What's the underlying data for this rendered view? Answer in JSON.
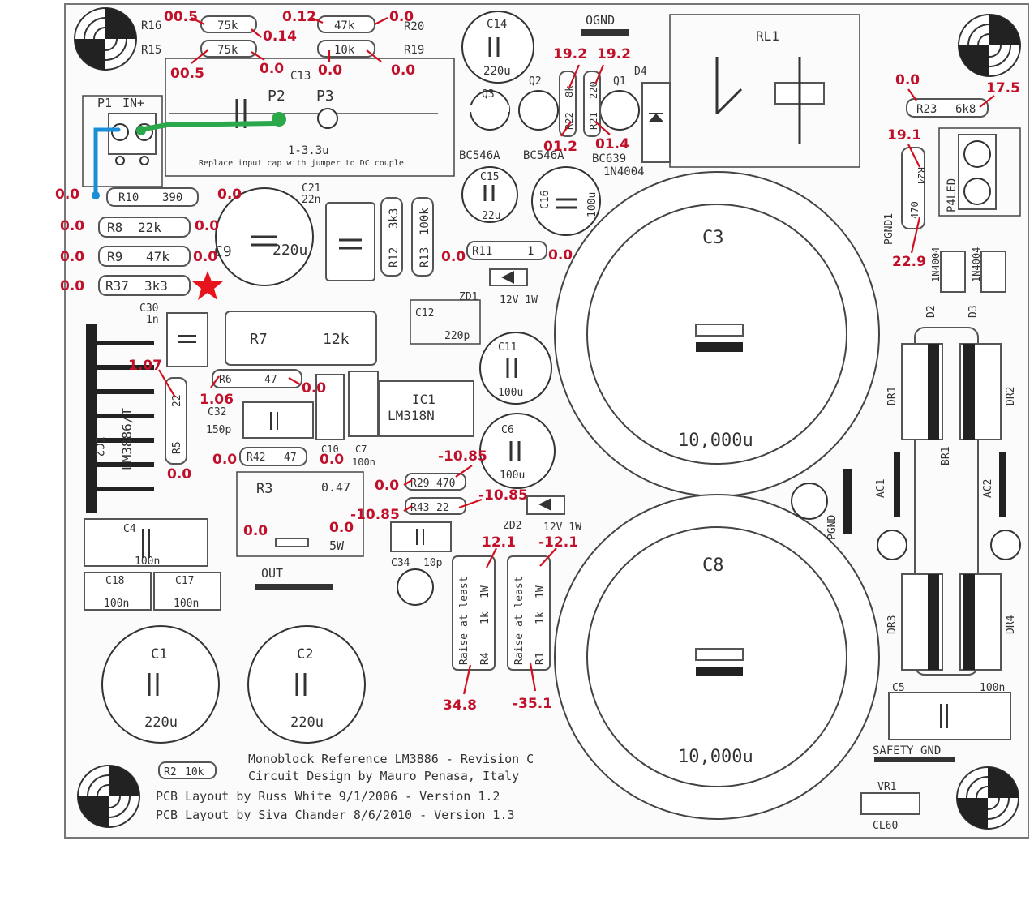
{
  "board": {
    "title_line1": "Monoblock Reference LM3886 - Revision C",
    "title_line2": "Circuit Design by Mauro Penasa, Italy",
    "title_line3": "PCB Layout by Russ White 9/1/2006 - Version 1.2",
    "title_line4": "PCB Layout by Siva Chander 8/6/2010 - Version 1.3",
    "note_input": "Replace input cap with jumper to DC couple"
  },
  "components": {
    "R16": "R16",
    "R15": "R15",
    "R16_val": "75k",
    "R15_val": "75k",
    "R20": "R20",
    "R19": "R19",
    "R20_val": "47k",
    "R19_val": "10k",
    "C13": "C13",
    "C13_val": "1-3.3u",
    "P1": "P1",
    "P1_in": "IN+",
    "P2": "P2",
    "P3": "P3",
    "C14": "C14",
    "C14_val": "220u",
    "OGND": "OGND",
    "RL1": "RL1",
    "Q2": "Q2",
    "Q3": "Q3",
    "Q1": "Q1",
    "D4": "D4",
    "BC546A_a": "BC546A",
    "BC546A_b": "BC546A",
    "BC639": "BC639",
    "D4_part": "1N4004",
    "R22": "R22",
    "R22_val": "8k",
    "R21": "R21",
    "R21_val": "220",
    "R10": "R10",
    "R10_val": "390",
    "C21": "C21",
    "C21_val": "22n",
    "R8": "R8",
    "R8_val": "22k",
    "R9": "R9",
    "R9_val": "47k",
    "R37": "R37",
    "R37_val": "3k3",
    "C9": "C9",
    "C9_val": "220u",
    "R12": "R12",
    "R12_val": "3k3",
    "R13": "R13",
    "R13_val": "100k",
    "C15": "C15",
    "C15_val": "22u",
    "C16": "C16",
    "C16_val": "100u",
    "R11": "R11",
    "R11_val": "1",
    "ZD1": "ZD1",
    "ZD1_val": "12V 1W",
    "C3": "C3",
    "C3_val": "10,000u",
    "C8": "C8",
    "C8_val": "10,000u",
    "R23": "R23",
    "R23_val": "6k8",
    "R24": "R24",
    "R24_val": "470",
    "PGND1": "PGND1",
    "P4LED": "P4LED",
    "D1_part": "1N4004",
    "D1_part2": "1N4004",
    "D2": "D2",
    "D3": "D3",
    "C30": "C30",
    "C30_val": "1n",
    "C12": "C12",
    "C12_val": "220p",
    "R7": "R7",
    "R7_val": "12k",
    "C11": "C11",
    "C11_val": "100u",
    "R6": "R6",
    "R6_val": "47",
    "R5": "R5",
    "R5_val": "22",
    "IC2": "IC2",
    "IC2_part": "LM3886/T",
    "C32": "C32",
    "C32_val": "150p",
    "IC1": "IC1",
    "IC1_part": "LM318N",
    "C6": "C6",
    "C6_val": "100u",
    "R42": "R42",
    "R42_val": "47",
    "C10": "C10",
    "C7": "C7",
    "C7_val": "100n",
    "R3": "R3",
    "R3_val": "0.47",
    "R3_w": "5W",
    "R29": "R29",
    "R29_val": "470",
    "R43": "R43",
    "R43_val": "22",
    "ZD2": "ZD2",
    "ZD2_val": "12V 1W",
    "C4": "C4",
    "C4_val": "100n",
    "C18": "C18",
    "C18_val": "100n",
    "C17": "C17",
    "C17_val": "100n",
    "OUT": "OUT",
    "C34": "C34",
    "C34_val": "10p",
    "R4": "R4",
    "R4_val": "1k",
    "R4_w": "1W",
    "R1": "R1",
    "R1_val": "1k",
    "R1_w": "1W",
    "raise": "Raise at least",
    "PGND": "PGND",
    "DR1": "DR1",
    "DR2": "DR2",
    "DR3": "DR3",
    "DR4": "DR4",
    "BR1": "BR1",
    "AC1": "AC1",
    "AC2": "AC2",
    "C1": "C1",
    "C1_val": "220u",
    "C2": "C2",
    "C2_val": "220u",
    "C5": "C5",
    "C5_val": "100n",
    "SAFETY_GND": "SAFETY_GND",
    "R2": "R2",
    "R2_val": "10k",
    "VR1": "VR1",
    "VR1_val": "CL60"
  },
  "readings": {
    "r16_l": "00.5",
    "r16_r": "0.14",
    "r15_l": "00.5",
    "r15_r": "0.0",
    "r20_l": "0.12",
    "r20_r": "0.0",
    "r19_l": "0.0",
    "r19_r": "0.0",
    "q_a": "19.2",
    "q_b": "19.2",
    "q_c": "01.2",
    "q_d": "01.4",
    "r23_l": "0.0",
    "r23_r": "17.5",
    "r24_t": "19.1",
    "r24_b": "22.9",
    "r10_l": "0.0",
    "r10_r": "0.0",
    "r8_l": "0.0",
    "r8_r": "0.0",
    "r9_l": "0.0",
    "r9_r": "0.0",
    "r37_l": "0.0",
    "r11_l": "0.0",
    "r11_r": "0.0",
    "r5_t": "1.07",
    "r6_l": "1.06",
    "r6_r": "0.0",
    "r5_b": "0.0",
    "r42_l": "0.0",
    "r42_r": "0.0",
    "r3_l": "0.0",
    "r3_r": "0.0",
    "r29_t": "-10.85",
    "r29_l": "0.0",
    "r43_r": "-10.85",
    "r43_l": "-10.85",
    "r4_t": "12.1",
    "r1_t": "-12.1",
    "r4_b": "34.8",
    "r1_b": "-35.1"
  },
  "colors": {
    "annotation": "#c0102a",
    "wire_blue": "#1a8fd8",
    "wire_green": "#2aa84a",
    "star": "#e8141c"
  }
}
